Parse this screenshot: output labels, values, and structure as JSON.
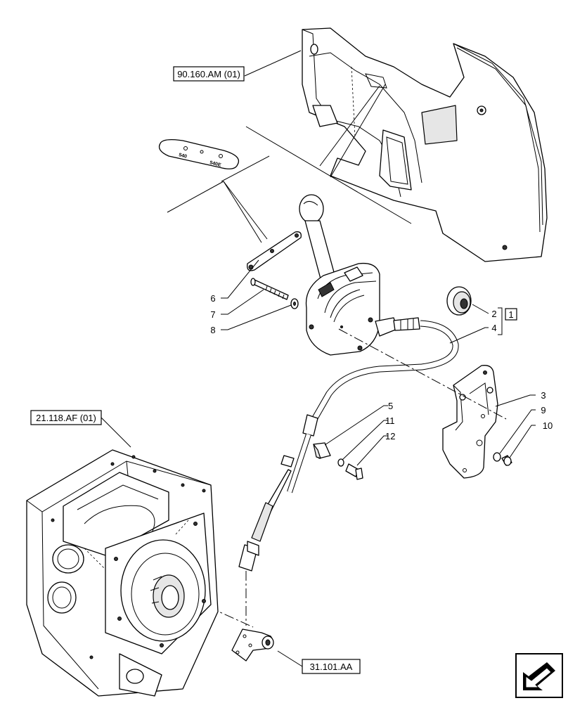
{
  "references": {
    "ref_90160": "90.160.AM (01)",
    "ref_21118": "21.118.AF (01)",
    "ref_31101": "31.101.AA"
  },
  "callouts": [
    "1",
    "2",
    "3",
    "4",
    "5",
    "6",
    "7",
    "8",
    "9",
    "10",
    "11",
    "12"
  ],
  "decal": {
    "label_540": "540",
    "label_540e": "540E"
  }
}
